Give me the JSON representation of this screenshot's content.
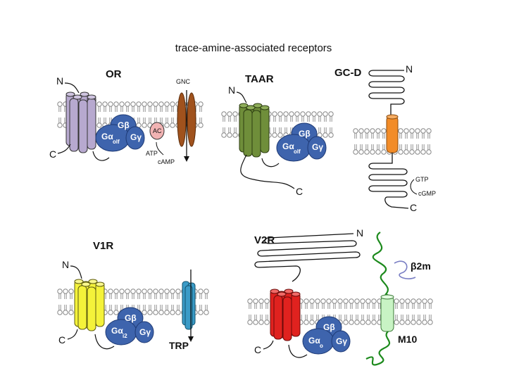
{
  "title": "trace-amine-associated receptors",
  "panels": {
    "or": {
      "label": "OR",
      "n": "N",
      "c": "C",
      "g_beta": "Gβ",
      "g_alpha": "Gα",
      "g_alpha_sub": "olf",
      "g_gamma": "Gγ",
      "ac": "AC",
      "atp": "ATP",
      "camp": "cAMP",
      "gnc": "GNC",
      "colors": {
        "receptor": "#b7a9cf",
        "gnc": "#a0521d",
        "ac": "#f1b3b3"
      }
    },
    "taar": {
      "label": "TAAR",
      "n": "N",
      "c": "C",
      "g_beta": "Gβ",
      "g_alpha": "Gα",
      "g_alpha_sub": "olf",
      "g_gamma": "Gγ",
      "colors": {
        "receptor": "#6f8e3a"
      }
    },
    "gcd": {
      "label": "GC-D",
      "n": "N",
      "c": "C",
      "gtp": "GTP",
      "cgmp": "cGMP",
      "colors": {
        "tm": "#f28c28"
      }
    },
    "v1r": {
      "label": "V1R",
      "n": "N",
      "c": "C",
      "g_beta": "Gβ",
      "g_alpha": "Gα",
      "g_alpha_sub": "i2",
      "g_gamma": "Gγ",
      "trp": "TRP",
      "colors": {
        "receptor": "#f4f23a",
        "trp": "#3a9bc7"
      }
    },
    "v2r": {
      "label": "V2R",
      "n": "N",
      "c": "C",
      "g_beta": "Gβ",
      "g_alpha": "Gα",
      "g_alpha_sub": "o",
      "g_gamma": "Gγ",
      "b2m": "β2m",
      "m10": "M10",
      "colors": {
        "receptor": "#e0221f",
        "m10": "#c8f3c4",
        "mhc": "#1c8a1c",
        "b2m": "#7a7fc4"
      }
    }
  },
  "colors": {
    "g_protein": "#3e64ad",
    "membrane": "#888888"
  }
}
